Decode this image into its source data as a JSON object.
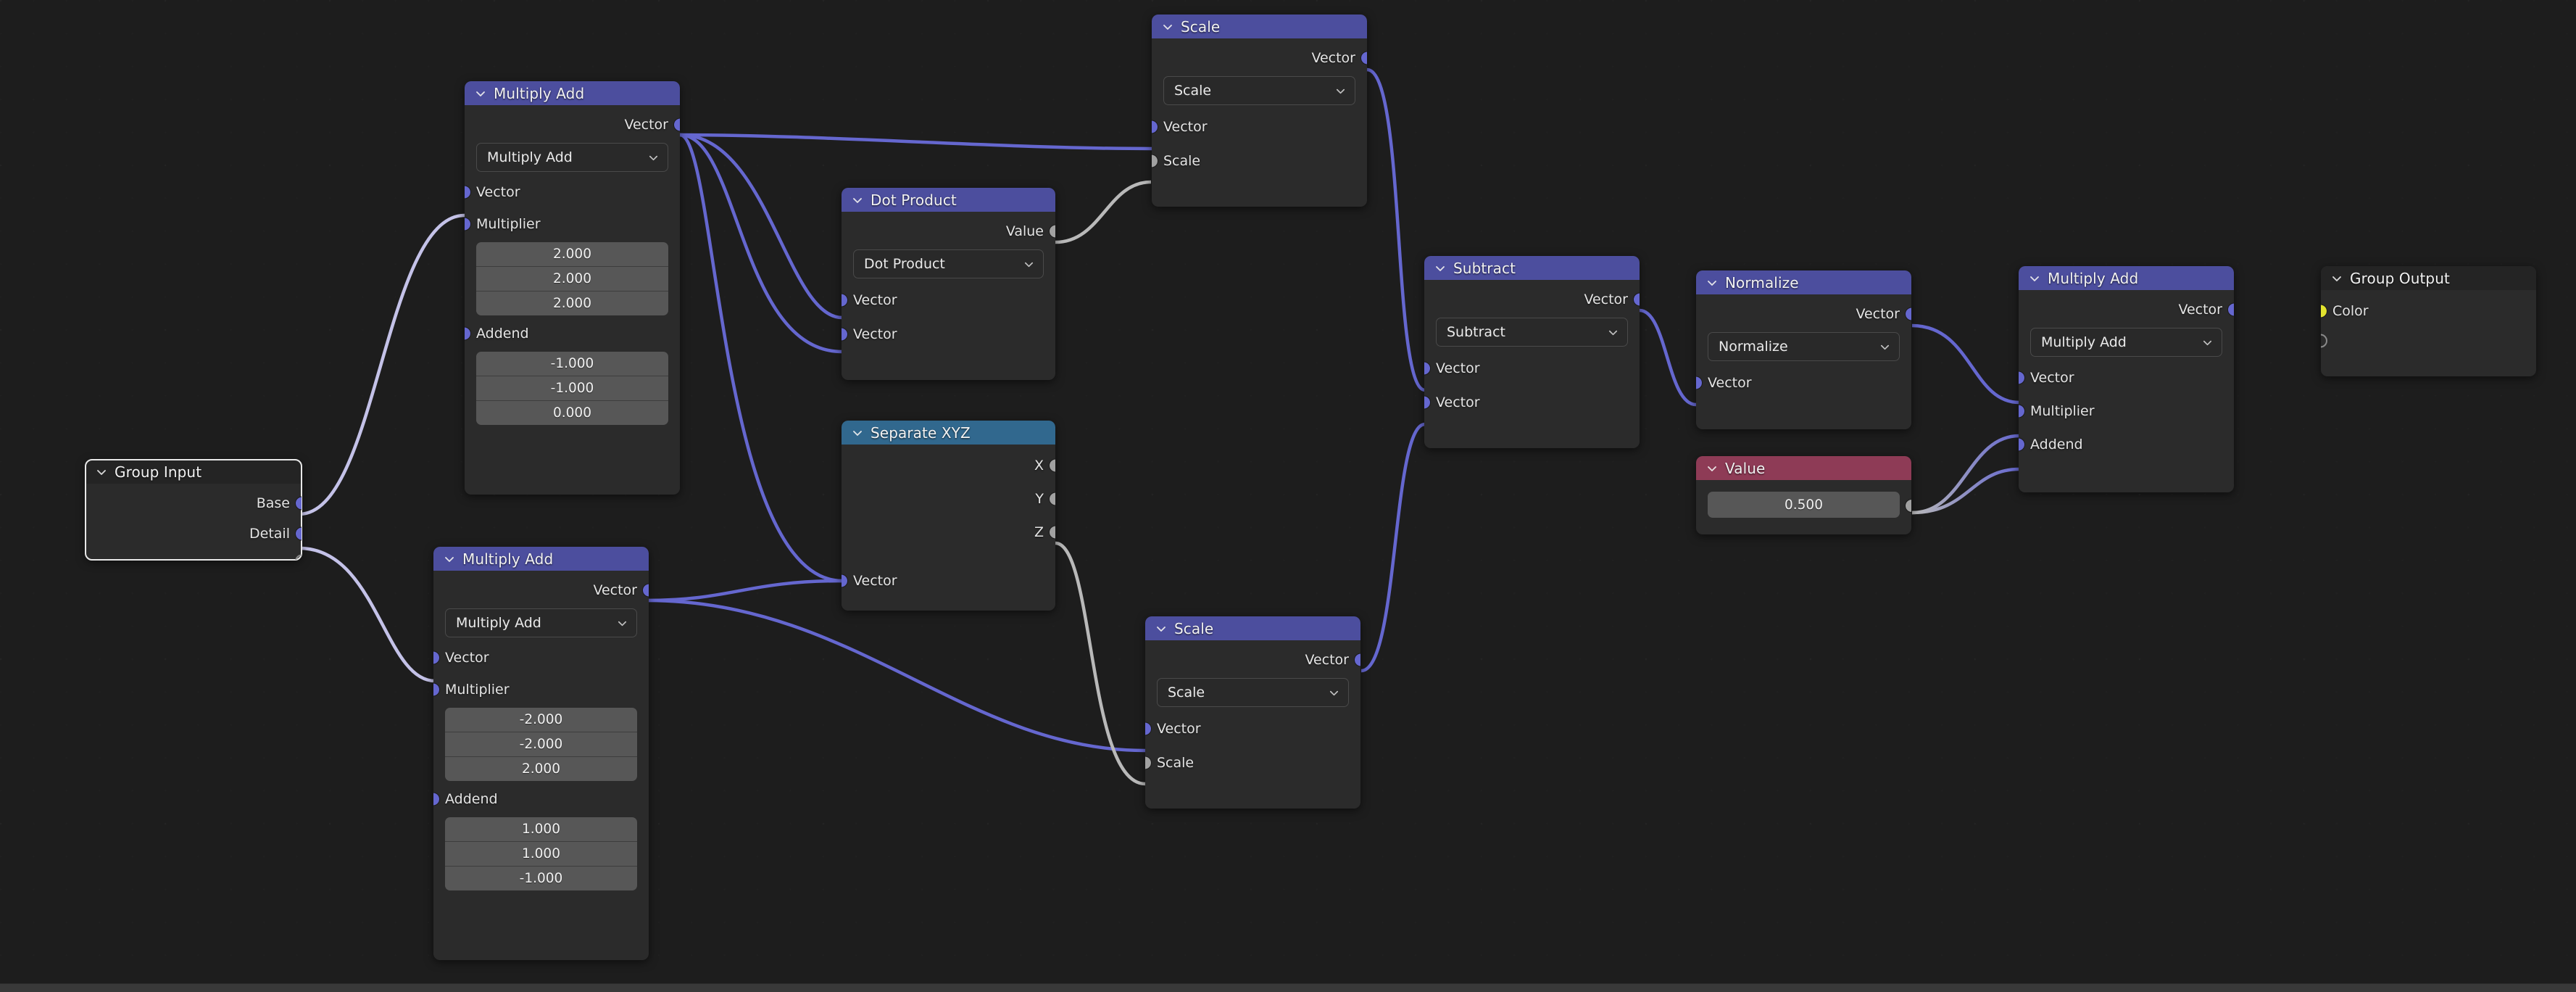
{
  "app": {
    "editor": "blender-shader-node-editor",
    "background_color": "#1d1d1d"
  },
  "palette": {
    "vector_header": "#4c4e9e",
    "converter_header": "#31688e",
    "input_header": "#8e3b56",
    "group_header": "#242424",
    "vector_socket": "#6567cf",
    "value_socket": "#a1a1a1",
    "color_socket": "#e2e32f",
    "wire_vector": "#6567cf",
    "wire_value": "#b9b9b9",
    "wire_selected": "#c4c2e8",
    "wire_color": "#e2e32f",
    "node_body": "#2b2b2b",
    "number_field": "#575757"
  },
  "nodes": [
    {
      "id": "group-input",
      "title": "Group Input",
      "header_type": "group",
      "selected": true,
      "outputs": [
        {
          "label": "Base",
          "socket": "vector"
        },
        {
          "label": "Detail",
          "socket": "vector"
        },
        {
          "label": "",
          "socket": "virtual"
        }
      ],
      "inputs": [],
      "dropdown": null,
      "fields": []
    },
    {
      "id": "multiply-add-1",
      "title": "Multiply Add",
      "header_type": "vector",
      "selected": false,
      "outputs": [
        {
          "label": "Vector",
          "socket": "vector"
        }
      ],
      "dropdown": {
        "label": "Multiply Add"
      },
      "inputs": [
        {
          "label": "Vector",
          "socket": "vector"
        },
        {
          "label": "Multiplier",
          "socket": "vector",
          "values": [
            "2.000",
            "2.000",
            "2.000"
          ]
        },
        {
          "label": "Addend",
          "socket": "vector",
          "values": [
            "-1.000",
            "-1.000",
            "0.000"
          ]
        }
      ]
    },
    {
      "id": "multiply-add-2",
      "title": "Multiply Add",
      "header_type": "vector",
      "selected": false,
      "outputs": [
        {
          "label": "Vector",
          "socket": "vector"
        }
      ],
      "dropdown": {
        "label": "Multiply Add"
      },
      "inputs": [
        {
          "label": "Vector",
          "socket": "vector"
        },
        {
          "label": "Multiplier",
          "socket": "vector",
          "values": [
            "-2.000",
            "-2.000",
            "2.000"
          ]
        },
        {
          "label": "Addend",
          "socket": "vector",
          "values": [
            "1.000",
            "1.000",
            "-1.000"
          ]
        }
      ]
    },
    {
      "id": "dot-product",
      "title": "Dot Product",
      "header_type": "vector",
      "selected": false,
      "outputs": [
        {
          "label": "Value",
          "socket": "value"
        }
      ],
      "dropdown": {
        "label": "Dot Product"
      },
      "inputs": [
        {
          "label": "Vector",
          "socket": "vector"
        },
        {
          "label": "Vector",
          "socket": "vector"
        }
      ]
    },
    {
      "id": "separate-xyz",
      "title": "Separate XYZ",
      "header_type": "converter",
      "selected": false,
      "outputs": [
        {
          "label": "X",
          "socket": "value"
        },
        {
          "label": "Y",
          "socket": "value"
        },
        {
          "label": "Z",
          "socket": "value"
        }
      ],
      "dropdown": null,
      "inputs": [
        {
          "label": "Vector",
          "socket": "vector"
        }
      ]
    },
    {
      "id": "scale-top",
      "title": "Scale",
      "header_type": "vector",
      "selected": false,
      "outputs": [
        {
          "label": "Vector",
          "socket": "vector"
        }
      ],
      "dropdown": {
        "label": "Scale"
      },
      "inputs": [
        {
          "label": "Vector",
          "socket": "vector"
        },
        {
          "label": "Scale",
          "socket": "value"
        }
      ]
    },
    {
      "id": "scale-bottom",
      "title": "Scale",
      "header_type": "vector",
      "selected": false,
      "outputs": [
        {
          "label": "Vector",
          "socket": "vector"
        }
      ],
      "dropdown": {
        "label": "Scale"
      },
      "inputs": [
        {
          "label": "Vector",
          "socket": "vector"
        },
        {
          "label": "Scale",
          "socket": "value"
        }
      ]
    },
    {
      "id": "subtract",
      "title": "Subtract",
      "header_type": "vector",
      "selected": false,
      "outputs": [
        {
          "label": "Vector",
          "socket": "vector"
        }
      ],
      "dropdown": {
        "label": "Subtract"
      },
      "inputs": [
        {
          "label": "Vector",
          "socket": "vector"
        },
        {
          "label": "Vector",
          "socket": "vector"
        }
      ]
    },
    {
      "id": "normalize",
      "title": "Normalize",
      "header_type": "vector",
      "selected": false,
      "outputs": [
        {
          "label": "Vector",
          "socket": "vector"
        }
      ],
      "dropdown": {
        "label": "Normalize"
      },
      "inputs": [
        {
          "label": "Vector",
          "socket": "vector"
        }
      ]
    },
    {
      "id": "value",
      "title": "Value",
      "header_type": "input",
      "selected": false,
      "outputs": [
        {
          "label": "",
          "socket": "value"
        }
      ],
      "dropdown": null,
      "fields": [
        "0.500"
      ],
      "inputs": []
    },
    {
      "id": "multiply-add-3",
      "title": "Multiply Add",
      "header_type": "vector",
      "selected": false,
      "outputs": [
        {
          "label": "Vector",
          "socket": "vector"
        }
      ],
      "dropdown": {
        "label": "Multiply Add"
      },
      "inputs": [
        {
          "label": "Vector",
          "socket": "vector"
        },
        {
          "label": "Multiplier",
          "socket": "vector"
        },
        {
          "label": "Addend",
          "socket": "vector"
        }
      ]
    },
    {
      "id": "group-output",
      "title": "Group Output",
      "header_type": "group",
      "selected": false,
      "outputs": [],
      "dropdown": null,
      "inputs": [
        {
          "label": "Color",
          "socket": "color"
        },
        {
          "label": "",
          "socket": "virtual"
        }
      ]
    }
  ],
  "labels": {
    "group_input_title": "Group Input",
    "group_output_title": "Group Output",
    "multiply_add_title": "Multiply Add",
    "dot_product_title": "Dot Product",
    "separate_xyz_title": "Separate XYZ",
    "scale_title": "Scale",
    "subtract_title": "Subtract",
    "normalize_title": "Normalize",
    "value_title": "Value",
    "vector": "Vector",
    "value_socket": "Value",
    "multiplier": "Multiplier",
    "addend": "Addend",
    "base": "Base",
    "detail": "Detail",
    "color": "Color",
    "x": "X",
    "y": "Y",
    "z": "Z",
    "scale_input": "Scale",
    "value_0500": "0.500",
    "ma1_mult": [
      "2.000",
      "2.000",
      "2.000"
    ],
    "ma1_add": [
      "-1.000",
      "-1.000",
      "0.000"
    ],
    "ma2_mult": [
      "-2.000",
      "-2.000",
      "2.000"
    ],
    "ma2_add": [
      "1.000",
      "1.000",
      "-1.000"
    ]
  }
}
